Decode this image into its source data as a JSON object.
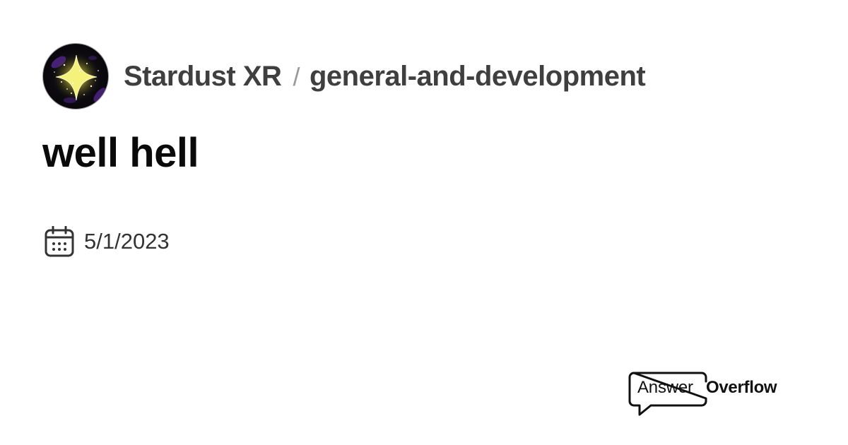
{
  "header": {
    "server_name": "Stardust XR",
    "separator": "/",
    "channel_name": "general-and-development",
    "avatar_icon": "sparkle-star-icon"
  },
  "post": {
    "title": "well hell",
    "date": "5/1/2023",
    "date_icon": "calendar-icon"
  },
  "brand": {
    "answer": "Answer",
    "overflow": "Overflow",
    "logo_icon": "speech-bubble-icon"
  },
  "colors": {
    "background": "#ffffff",
    "breadcrumb_text": "#3f3f3f",
    "separator": "#9a9a9a",
    "title_text": "#0a0a0a",
    "date_text": "#333333",
    "star_yellow": "#f4f27a",
    "nebula_purple": "#6a2fb0"
  }
}
